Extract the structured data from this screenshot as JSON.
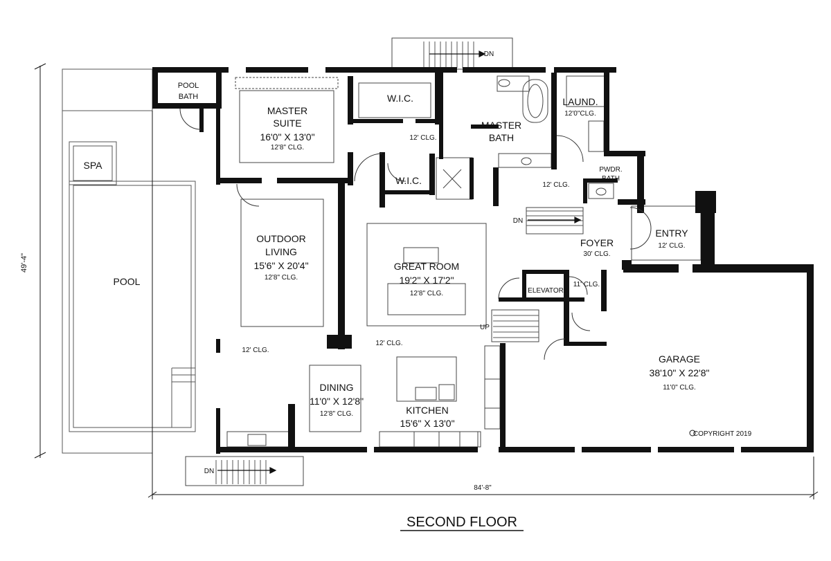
{
  "plan": {
    "title": "SECOND FLOOR",
    "dim_width": "84'-8\"",
    "dim_depth": "49'-4\"",
    "copyright": "COPYRIGHT 2019"
  },
  "rooms": {
    "pool_bath": [
      "POOL",
      "BATH"
    ],
    "master_suite": {
      "name": [
        "MASTER",
        "SUITE"
      ],
      "size": "16'0\" X 13'0\"",
      "clg": "12'8\" CLG."
    },
    "wic_top": "W.I.C.",
    "wic_bottom": "W.I.C.",
    "hall_clg": "12' CLG.",
    "master_bath": [
      "MASTER",
      "BATH"
    ],
    "laund": {
      "name": "LAUND.",
      "clg": "12'0\"CLG."
    },
    "pwdr_bath": [
      "PWDR.",
      "BATH"
    ],
    "bath_hall_clg": "12' CLG.",
    "spa": "SPA",
    "pool": "POOL",
    "outdoor_living": {
      "name": [
        "OUTDOOR",
        "LIVING"
      ],
      "size": "15'6\" X 20'4\"",
      "clg": "12'8\" CLG."
    },
    "outdoor_clg": "12' CLG.",
    "great_room": {
      "name": "GREAT ROOM",
      "size": "19'2\" X 17'2\"",
      "clg": "12'8\" CLG."
    },
    "main_clg": "12' CLG.",
    "foyer": {
      "name": "FOYER",
      "clg": "30' CLG."
    },
    "entry": {
      "name": "ENTRY",
      "clg": "12' CLG."
    },
    "elevator": "ELEVATOR",
    "elev_clg": "11' CLG.",
    "dining": {
      "name": "DINING",
      "size": "11'0\" X 12'8\"",
      "clg": "12'8\" CLG."
    },
    "kitchen": {
      "name": "KITCHEN",
      "size": "15'6\" X 13'0\""
    },
    "garage": {
      "name": "GARAGE",
      "size": "38'10\" X 22'8\"",
      "clg": "11'0\" CLG."
    }
  },
  "stairs": {
    "dn": "DN",
    "up": "UP"
  }
}
